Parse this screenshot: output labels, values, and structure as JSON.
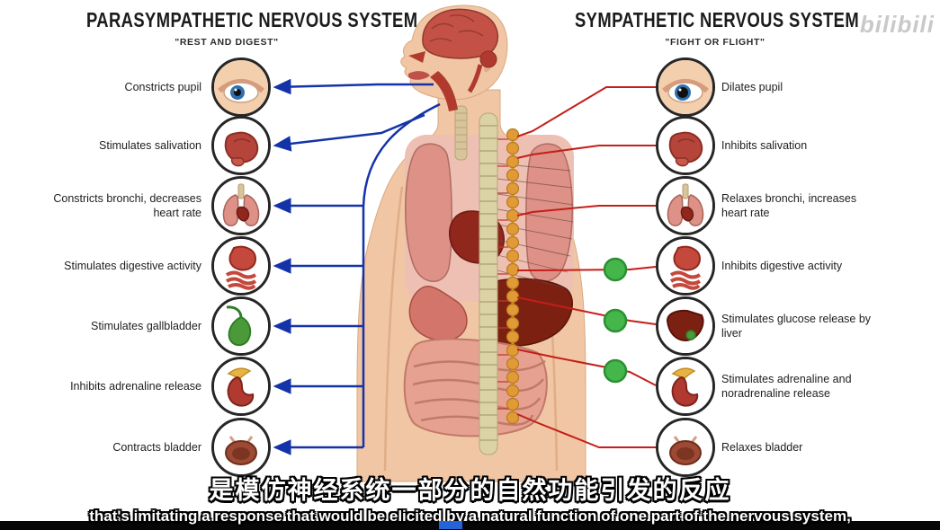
{
  "watermark": "bilibili",
  "left_panel": {
    "title": "PARASYMPATHETIC NERVOUS SYSTEM",
    "subtitle": "\"REST AND DIGEST\"",
    "items": [
      {
        "label": "Constricts pupil",
        "icon": "eye-icon"
      },
      {
        "label": "Stimulates salivation",
        "icon": "salivary-gland-icon"
      },
      {
        "label": "Constricts bronchi, decreases heart rate",
        "icon": "lungs-heart-icon"
      },
      {
        "label": "Stimulates digestive activity",
        "icon": "stomach-icon"
      },
      {
        "label": "Stimulates gallbladder",
        "icon": "gallbladder-icon"
      },
      {
        "label": "Inhibits adrenaline release",
        "icon": "kidney-adrenal-icon"
      },
      {
        "label": "Contracts bladder",
        "icon": "bladder-icon"
      }
    ]
  },
  "right_panel": {
    "title": "SYMPATHETIC NERVOUS SYSTEM",
    "subtitle": "\"FIGHT OR FLIGHT\"",
    "items": [
      {
        "label": "Dilates pupil",
        "icon": "eye-icon"
      },
      {
        "label": "Inhibits salivation",
        "icon": "salivary-gland-icon"
      },
      {
        "label": "Relaxes bronchi, increases heart rate",
        "icon": "lungs-heart-icon"
      },
      {
        "label": "Inhibits digestive activity",
        "icon": "stomach-icon"
      },
      {
        "label": "Stimulates glucose release by liver",
        "icon": "liver-icon"
      },
      {
        "label": "Stimulates adrenaline and noradrenaline release",
        "icon": "kidney-adrenal-icon"
      },
      {
        "label": "Relaxes bladder",
        "icon": "bladder-icon"
      }
    ]
  },
  "subtitles": {
    "line1_zh": "是模仿神经系统一部分的自然功能引发的反应",
    "line2_en": "that's imitating a response that would be elicited by a natural function of one part of the nervous system,"
  },
  "colors": {
    "para-line": "#1433a8",
    "symp-line": "#c41f1a",
    "ganglion-green": "#45b649",
    "title-color": "#1c1c1c",
    "watermark-color": "#c9c9c9",
    "marker-blue": "#2563d9"
  }
}
